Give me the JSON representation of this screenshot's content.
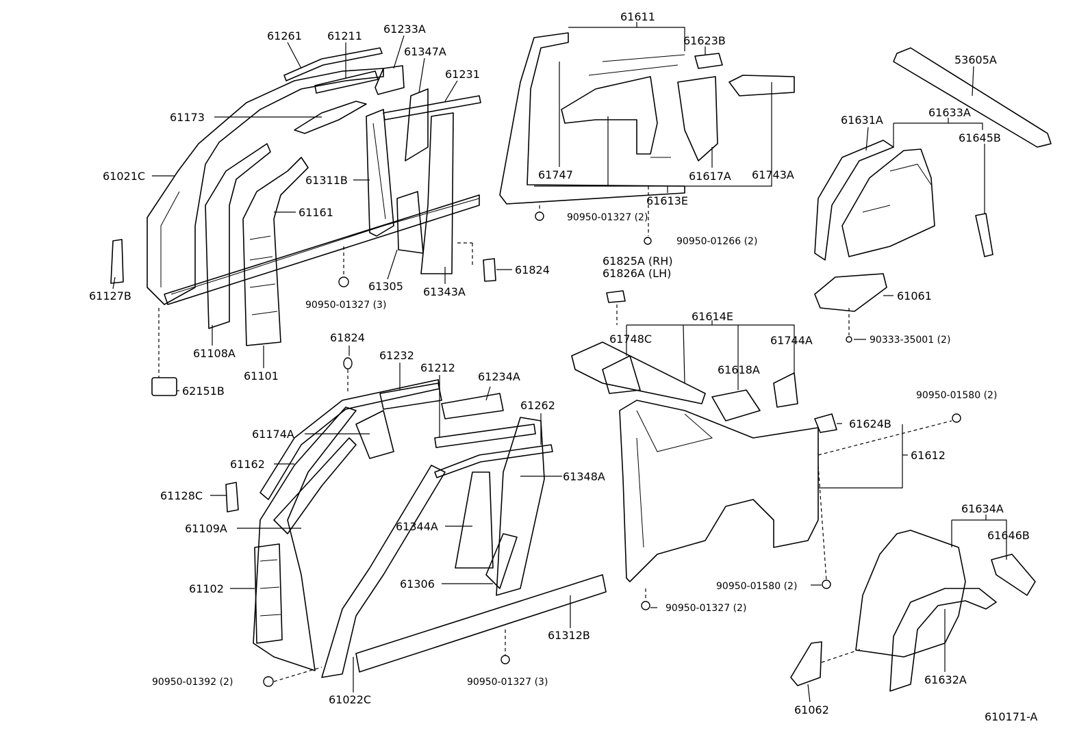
{
  "labels": {
    "p61261": "61261",
    "p61211": "61211",
    "p61233A": "61233A",
    "p61347A": "61347A",
    "p61231": "61231",
    "p61173": "61173",
    "p61021C": "61021C",
    "p61311B": "61311B",
    "p61161": "61161",
    "p61127B": "61127B",
    "p61305": "61305",
    "p61343A": "61343A",
    "p61824a": "61824",
    "p90950_01327_3a": "90950-01327 (3)",
    "p61108A": "61108A",
    "p61101": "61101",
    "p62151B": "62151B",
    "p61611": "61611",
    "p61623B": "61623B",
    "p61747": "61747",
    "p61617A": "61617A",
    "p61743A": "61743A",
    "p61613E": "61613E",
    "p90950_01327_2a": "90950-01327 (2)",
    "p90950_01266_2": "90950-01266 (2)",
    "p53605A": "53605A",
    "p61633A": "61633A",
    "p61631A": "61631A",
    "p61645B": "61645B",
    "p61061": "61061",
    "p90333_35001_2": "90333-35001 (2)",
    "p61825A": "61825A (RH)",
    "p61826A": "61826A (LH)",
    "p61614E": "61614E",
    "p61748C": "61748C",
    "p61744A": "61744A",
    "p61618A": "61618A",
    "p90950_01580_2a": "90950-01580 (2)",
    "p61624B": "61624B",
    "p61612": "61612",
    "p61824b": "61824",
    "p61232": "61232",
    "p61212": "61212",
    "p61234A": "61234A",
    "p61262": "61262",
    "p61174A": "61174A",
    "p61162": "61162",
    "p61348A": "61348A",
    "p61128C": "61128C",
    "p61109A": "61109A",
    "p61344A": "61344A",
    "p61102": "61102",
    "p61306": "61306",
    "p61312B": "61312B",
    "p90950_01392_2": "90950-01392 (2)",
    "p90950_01327_3b": "90950-01327 (3)",
    "p61022C": "61022C",
    "p90950_01580_2b": "90950-01580 (2)",
    "p90950_01327_2b": "90950-01327 (2)",
    "p61634A": "61634A",
    "p61646B": "61646B",
    "p61062": "61062",
    "p61632A": "61632A",
    "ref": "610171-A"
  }
}
